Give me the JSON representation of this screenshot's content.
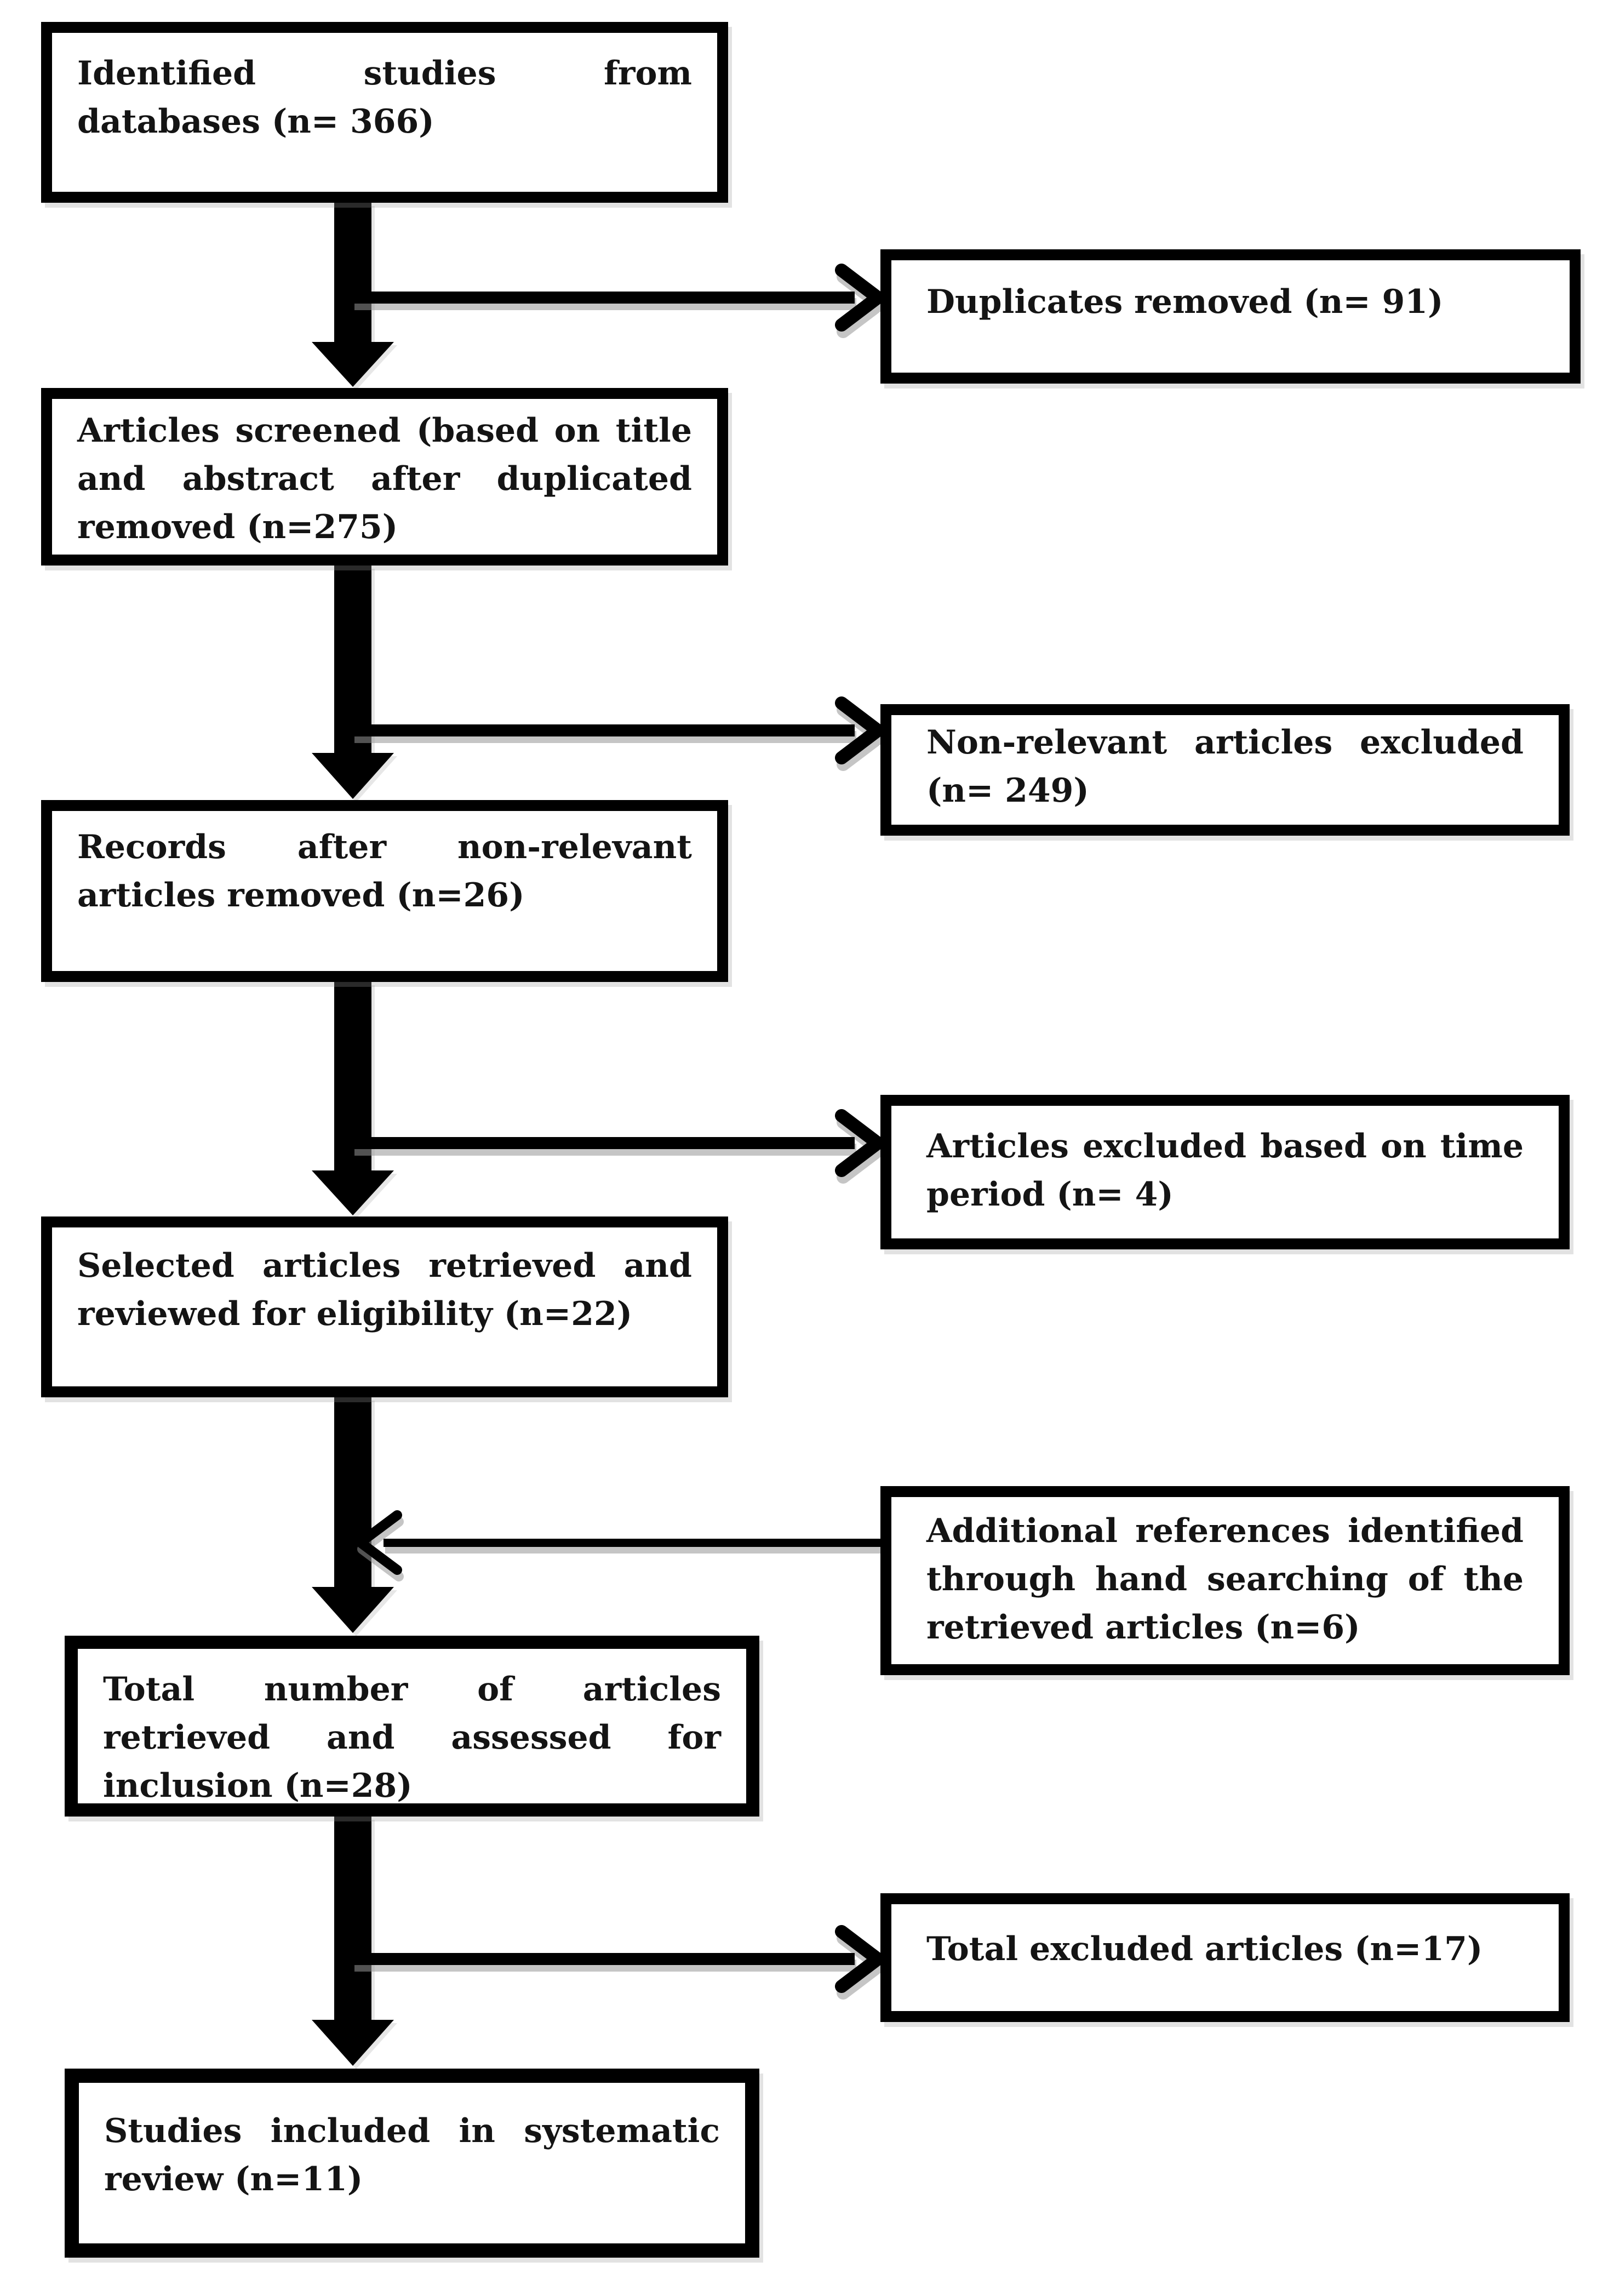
{
  "diagram": {
    "type": "flowchart",
    "colors": {
      "background": "#ffffff",
      "box_border": "#000000",
      "arrow": "#000000",
      "text": "#141414",
      "shadow": "#b9b9b9"
    },
    "boxes": {
      "identified": {
        "label": "Identified studies from databases (n= 366)",
        "n": 366
      },
      "duplicates": {
        "label": "Duplicates removed (n= 91)",
        "n": 91
      },
      "screened": {
        "label": "Articles screened (based on title and abstract after duplicated removed (n=275)",
        "n": 275
      },
      "non_relevant": {
        "label": "Non-relevant articles excluded (n= 249)",
        "n": 249
      },
      "records": {
        "label": "Records after non-relevant articles removed (n=26)",
        "n": 26
      },
      "time_period": {
        "label": "Articles excluded based on time period (n= 4)",
        "n": 4
      },
      "selected": {
        "label": "Selected articles retrieved and reviewed for eligibility (n=22)",
        "n": 22
      },
      "additional": {
        "label": "Additional references identified through hand searching of the retrieved articles (n=6)",
        "n": 6
      },
      "total_retrieved": {
        "label": "Total number of articles retrieved and assessed for inclusion (n=28)",
        "n": 28
      },
      "total_excluded": {
        "label": "Total excluded articles (n=17)",
        "n": 17
      },
      "included": {
        "label": "Studies included in systematic review (n=11)",
        "n": 11
      }
    },
    "edges": [
      {
        "from": "identified",
        "to": "screened",
        "type": "down"
      },
      {
        "from": "identified",
        "to": "duplicates",
        "type": "branch-right"
      },
      {
        "from": "screened",
        "to": "records",
        "type": "down"
      },
      {
        "from": "screened",
        "to": "non_relevant",
        "type": "branch-right"
      },
      {
        "from": "records",
        "to": "selected",
        "type": "down"
      },
      {
        "from": "records",
        "to": "time_period",
        "type": "branch-right"
      },
      {
        "from": "selected",
        "to": "total_retrieved",
        "type": "down"
      },
      {
        "from": "additional",
        "to": "main_flow",
        "type": "branch-left"
      },
      {
        "from": "total_retrieved",
        "to": "included",
        "type": "down"
      },
      {
        "from": "total_retrieved",
        "to": "total_excluded",
        "type": "branch-right"
      }
    ]
  }
}
